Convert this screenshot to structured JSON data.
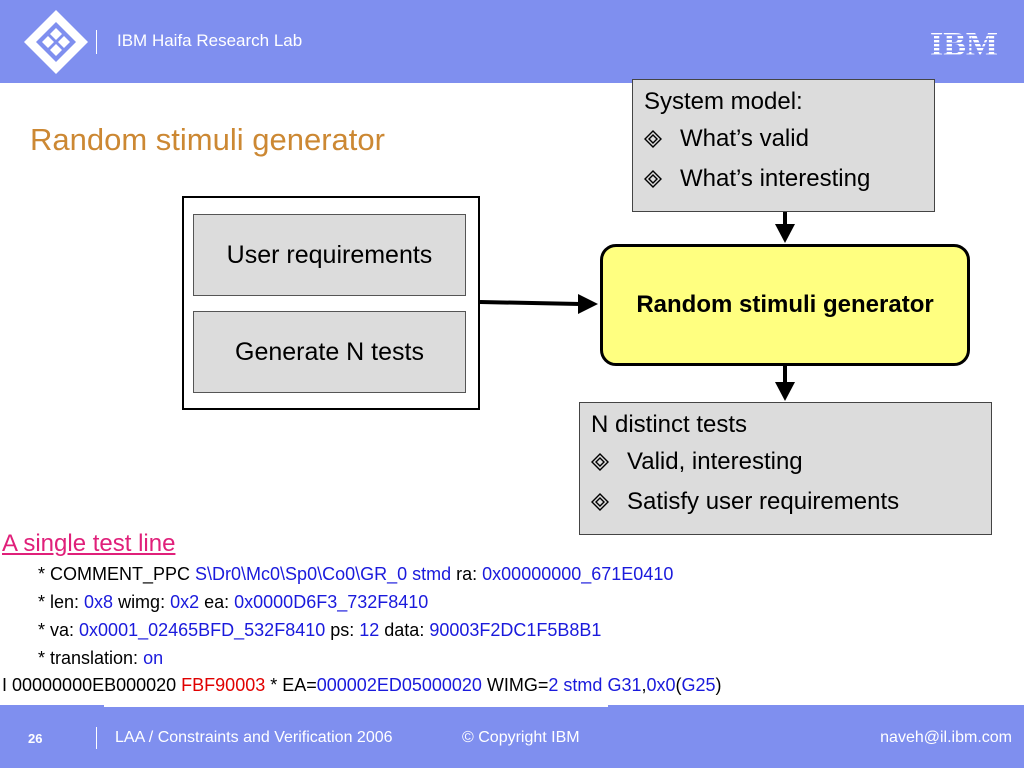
{
  "header": {
    "lab": "IBM Haifa Research Lab",
    "brand": "IBM"
  },
  "slide_title": "Random stimuli generator",
  "system_model": {
    "heading": "System model:",
    "items": [
      "What’s valid",
      "What’s interesting"
    ]
  },
  "input_boxes": [
    "User requirements",
    "Generate N tests"
  ],
  "generator_label": "Random stimuli generator",
  "output": {
    "heading": "N distinct tests",
    "items": [
      "Valid, interesting",
      "Satisfy user requirements"
    ]
  },
  "test_line": {
    "link": "A single test line",
    "l1": {
      "a": "* COMMENT_PPC ",
      "b": "S\\Dr0\\Mc0\\Sp0\\Co0\\GR_0 stmd",
      "c": " ra: ",
      "d": "0x00000000_671E0410"
    },
    "l2": {
      "a": "* len: ",
      "b": "0x8",
      "c": " wimg: ",
      "d": "0x2",
      "e": " ea: ",
      "f": "0x0000D6F3_732F8410"
    },
    "l3": {
      "a": "* va: ",
      "b": "0x0001_02465BFD_532F8410",
      "c": " ps: ",
      "d": "12",
      "e": " data: ",
      "f": "90003F2DC1F5B8B1"
    },
    "l4": {
      "a": "* translation: ",
      "b": "on"
    },
    "l5": {
      "a": "I 00000000EB000020 ",
      "b": "FBF90003",
      "c": " * EA=",
      "d": "000002ED05000020",
      "e": " WIMG=",
      "f": "2 stmd G31",
      "g": ",",
      "h": "0x0",
      "i": "(",
      "j": "G25",
      "k": ")"
    }
  },
  "footer": {
    "page": "26",
    "event": "LAA / Constraints and Verification 2006",
    "copyright": "© Copyright IBM",
    "email": "naveh@il.ibm.com"
  },
  "colors": {
    "band": "#7f8fef",
    "title": "#cc8833",
    "generator_fill": "#ffff80",
    "box_fill": "#dcdcdc",
    "link": "#e0207a",
    "code_blue": "#1a1adc",
    "code_red": "#e00000"
  }
}
